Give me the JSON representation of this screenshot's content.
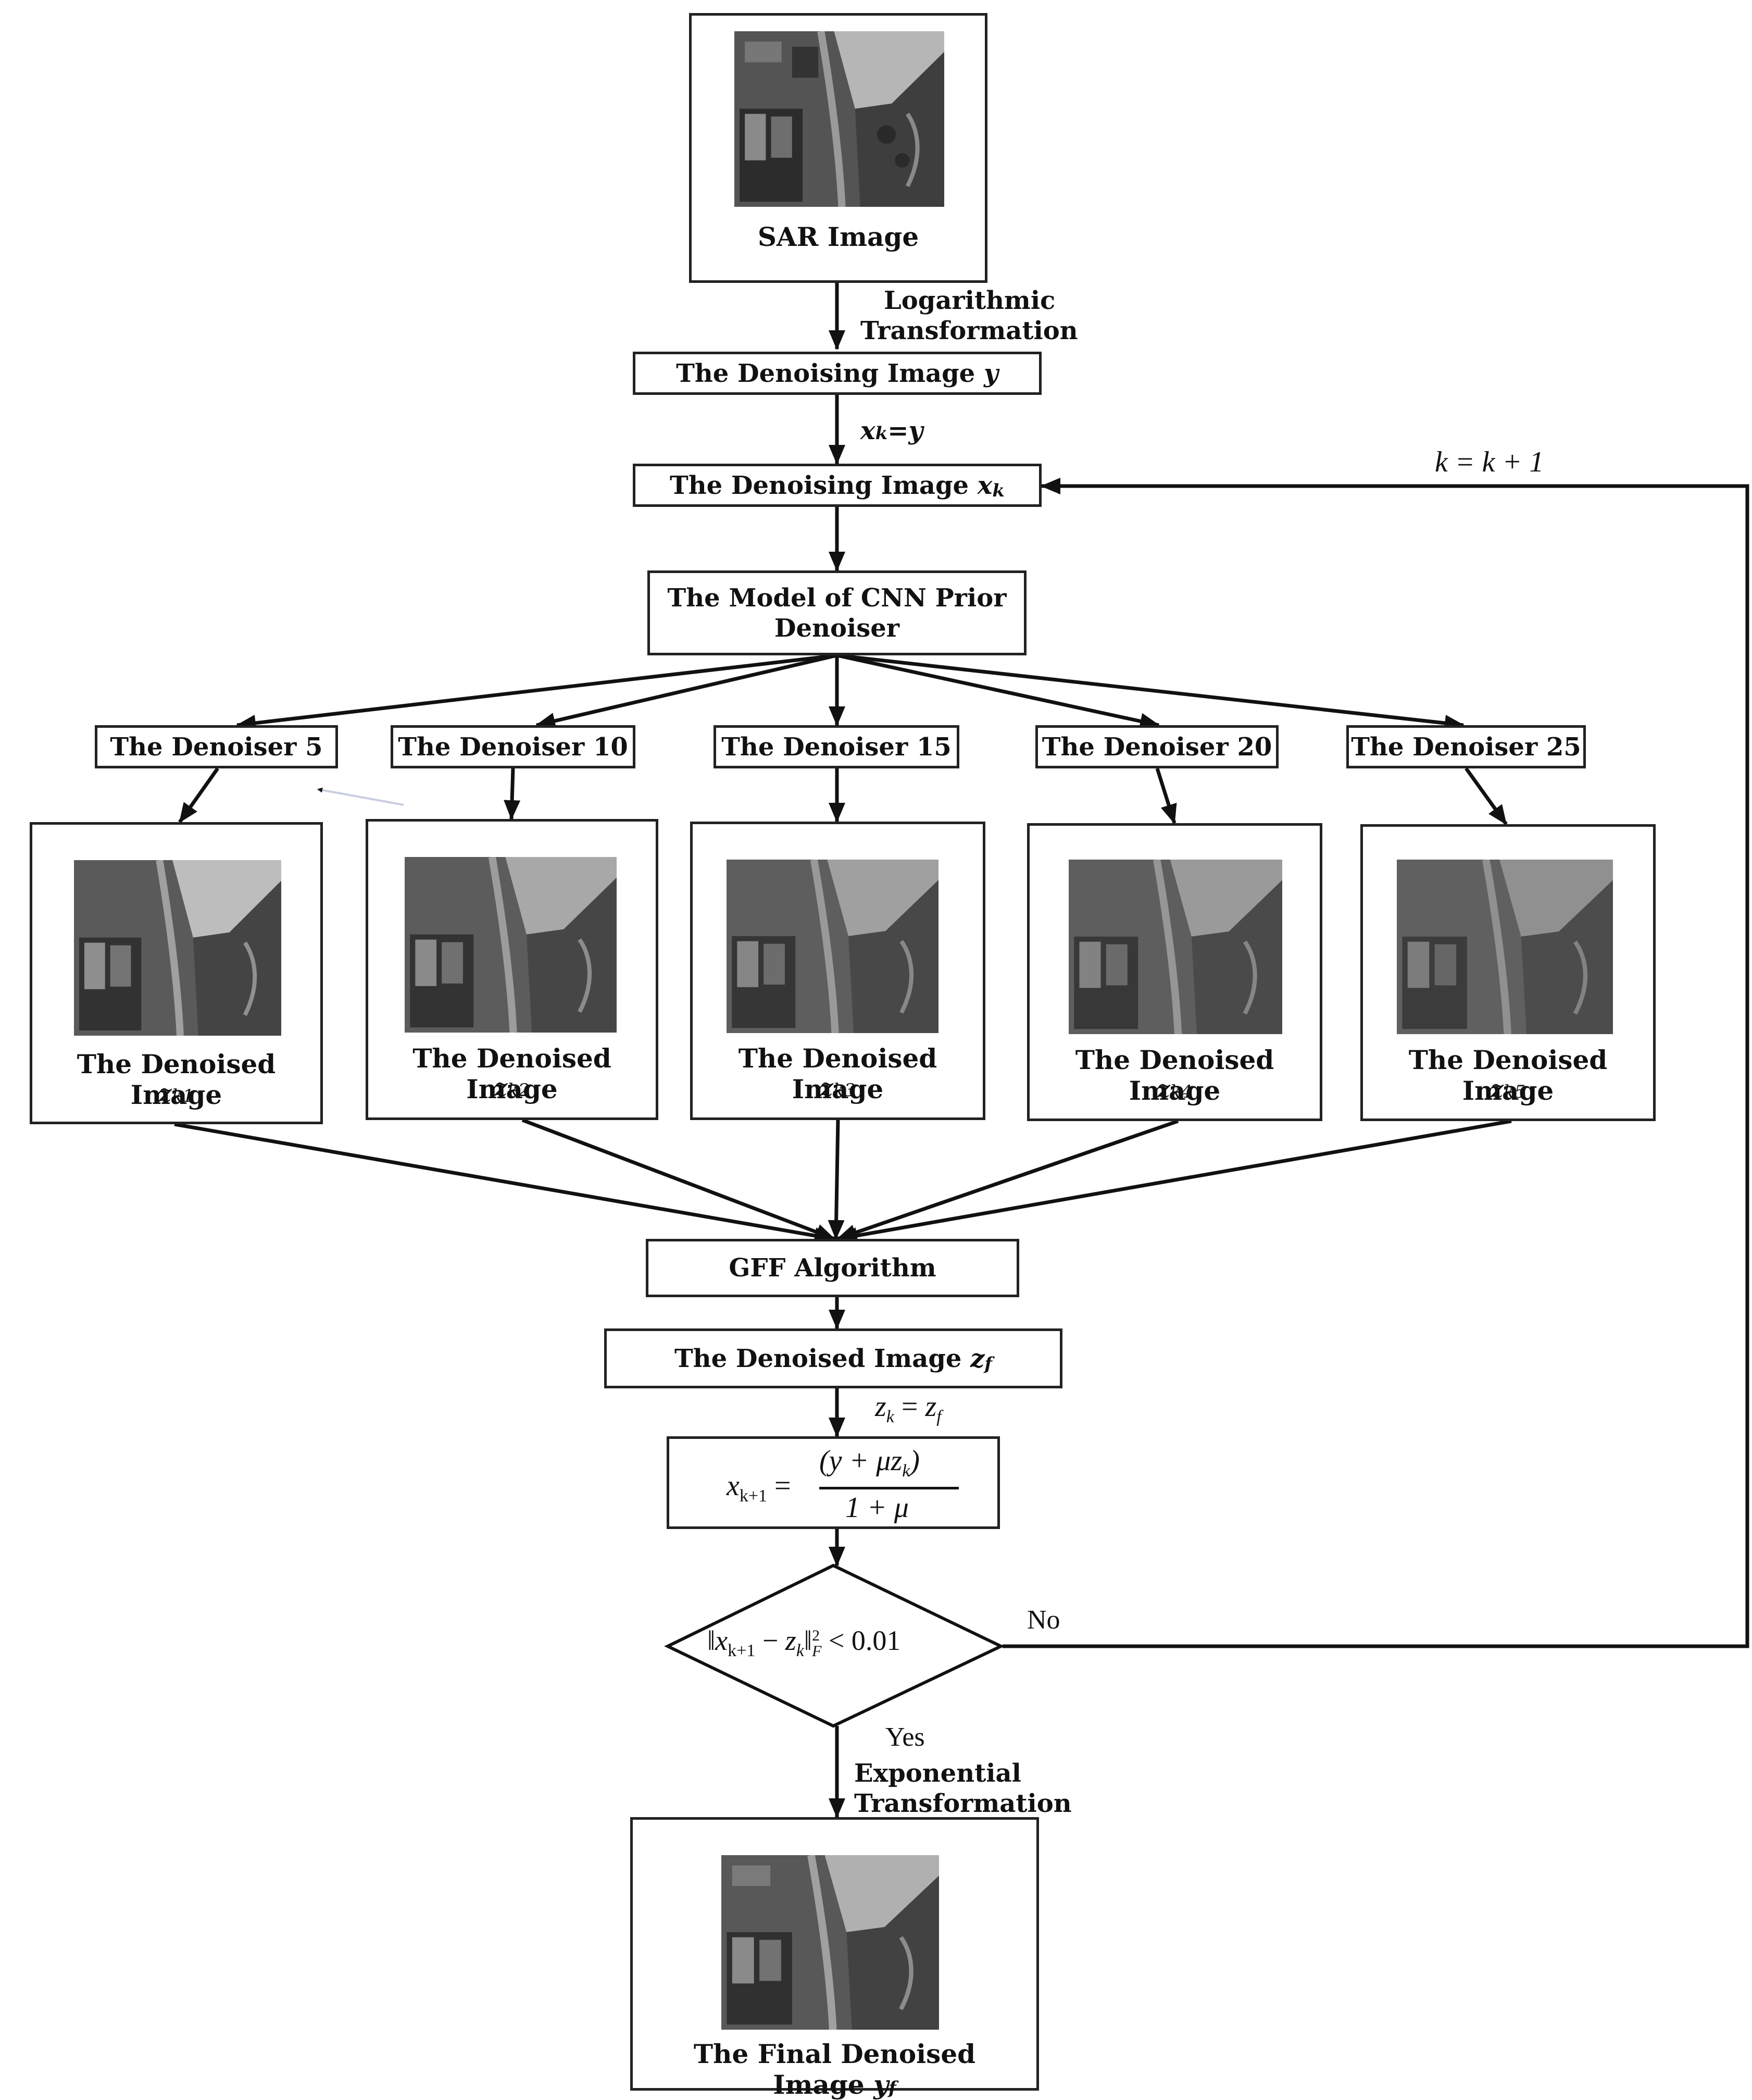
{
  "nodes": {
    "sar": {
      "label": "SAR Image"
    },
    "denoising_y": {
      "label": "The Denoising Image",
      "var": "y"
    },
    "denoising_xk": {
      "label": "The Denoising Image",
      "var": "x",
      "sub": "k"
    },
    "cnn_model": {
      "line1": "The Model of CNN Prior",
      "line2": "Denoiser"
    },
    "denoisers": [
      {
        "label": "The Denoiser 5"
      },
      {
        "label": "The Denoiser 10"
      },
      {
        "label": "The Denoiser 15"
      },
      {
        "label": "The Denoiser 20"
      },
      {
        "label": "The Denoiser 25"
      }
    ],
    "denoised_images": [
      {
        "label": "The Denoised Image",
        "var": "z",
        "sub": "k1"
      },
      {
        "label": "The Denoised Image",
        "var": "z",
        "sub": "k2"
      },
      {
        "label": "The Denoised Image",
        "var": "z",
        "sub": "k3"
      },
      {
        "label": "The Denoised Image",
        "var": "z",
        "sub": "k4"
      },
      {
        "label": "The Denoised Image",
        "var": "z",
        "sub": "k5"
      }
    ],
    "gff": {
      "label": "GFF Algorithm"
    },
    "denoised_zf": {
      "label": "The Denoised Image",
      "var": "z",
      "sub": "f"
    },
    "update": {
      "lhs": "x",
      "lhs_sub": "k+1",
      "eq": "=",
      "num": "(y + μz",
      "num_sub": "k",
      "num_close": ")",
      "den": "1 + μ"
    },
    "condition": {
      "norm_l": "‖",
      "a": "x",
      "a_sub": "k+1",
      "minus": "−",
      "b": "z",
      "b_sub": "k",
      "norm_r": "‖",
      "sup": "2",
      "sub_f": "F",
      "cmp": "< 0.01"
    },
    "final": {
      "label": "The Final Denoised Image",
      "var": "y",
      "sub": "f"
    }
  },
  "edges": {
    "log_transform": {
      "line1": "Logarithmic",
      "line2": "Transformation"
    },
    "xk_eq_y": {
      "a": "x",
      "a_sub": "k",
      "eq": "=",
      "b": "y"
    },
    "k_update": "k = k + 1",
    "zk_eq_zf": {
      "a": "z",
      "a_sub": "k",
      "eq": " = ",
      "b": "z",
      "b_sub": "f"
    },
    "no": "No",
    "yes": "Yes",
    "exp_transform": {
      "line1": "Exponential",
      "line2": "Transformation"
    }
  },
  "colors": {
    "stroke": "#111111",
    "image_light": "#b8b8b8",
    "image_dark": "#3a3a3a"
  }
}
